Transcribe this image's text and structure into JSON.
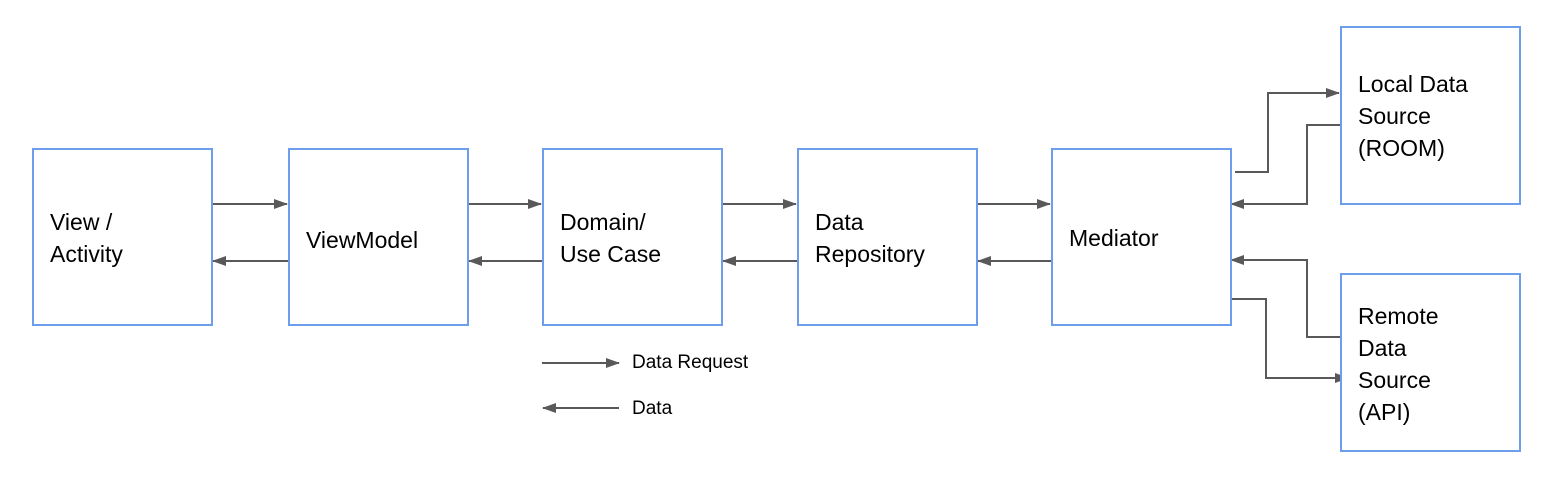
{
  "diagram": {
    "nodes": {
      "view": {
        "label": "View /\nActivity"
      },
      "viewmodel": {
        "label": "ViewModel"
      },
      "domain": {
        "label": "Domain/\nUse Case"
      },
      "repository": {
        "label": "Data\nRepository"
      },
      "mediator": {
        "label": "Mediator"
      },
      "local": {
        "label": "Local Data\nSource\n(ROOM)"
      },
      "remote": {
        "label": "Remote\nData\nSource\n(API)"
      }
    },
    "edges": [
      {
        "from": "view",
        "to": "viewmodel",
        "kind": "Data Request"
      },
      {
        "from": "viewmodel",
        "to": "view",
        "kind": "Data"
      },
      {
        "from": "viewmodel",
        "to": "domain",
        "kind": "Data Request"
      },
      {
        "from": "domain",
        "to": "viewmodel",
        "kind": "Data"
      },
      {
        "from": "domain",
        "to": "repository",
        "kind": "Data Request"
      },
      {
        "from": "repository",
        "to": "domain",
        "kind": "Data"
      },
      {
        "from": "repository",
        "to": "mediator",
        "kind": "Data Request"
      },
      {
        "from": "mediator",
        "to": "repository",
        "kind": "Data"
      },
      {
        "from": "mediator",
        "to": "local",
        "kind": "Data Request"
      },
      {
        "from": "local",
        "to": "mediator",
        "kind": "Data"
      },
      {
        "from": "remote",
        "to": "mediator",
        "kind": "Data"
      },
      {
        "from": "mediator",
        "to": "remote",
        "kind": "Data Request"
      }
    ],
    "legend": {
      "request_label": "Data Request",
      "data_label": "Data"
    }
  },
  "colors": {
    "box_border": "#6d9eeb",
    "arrow": "#595959",
    "text": "#000000"
  }
}
